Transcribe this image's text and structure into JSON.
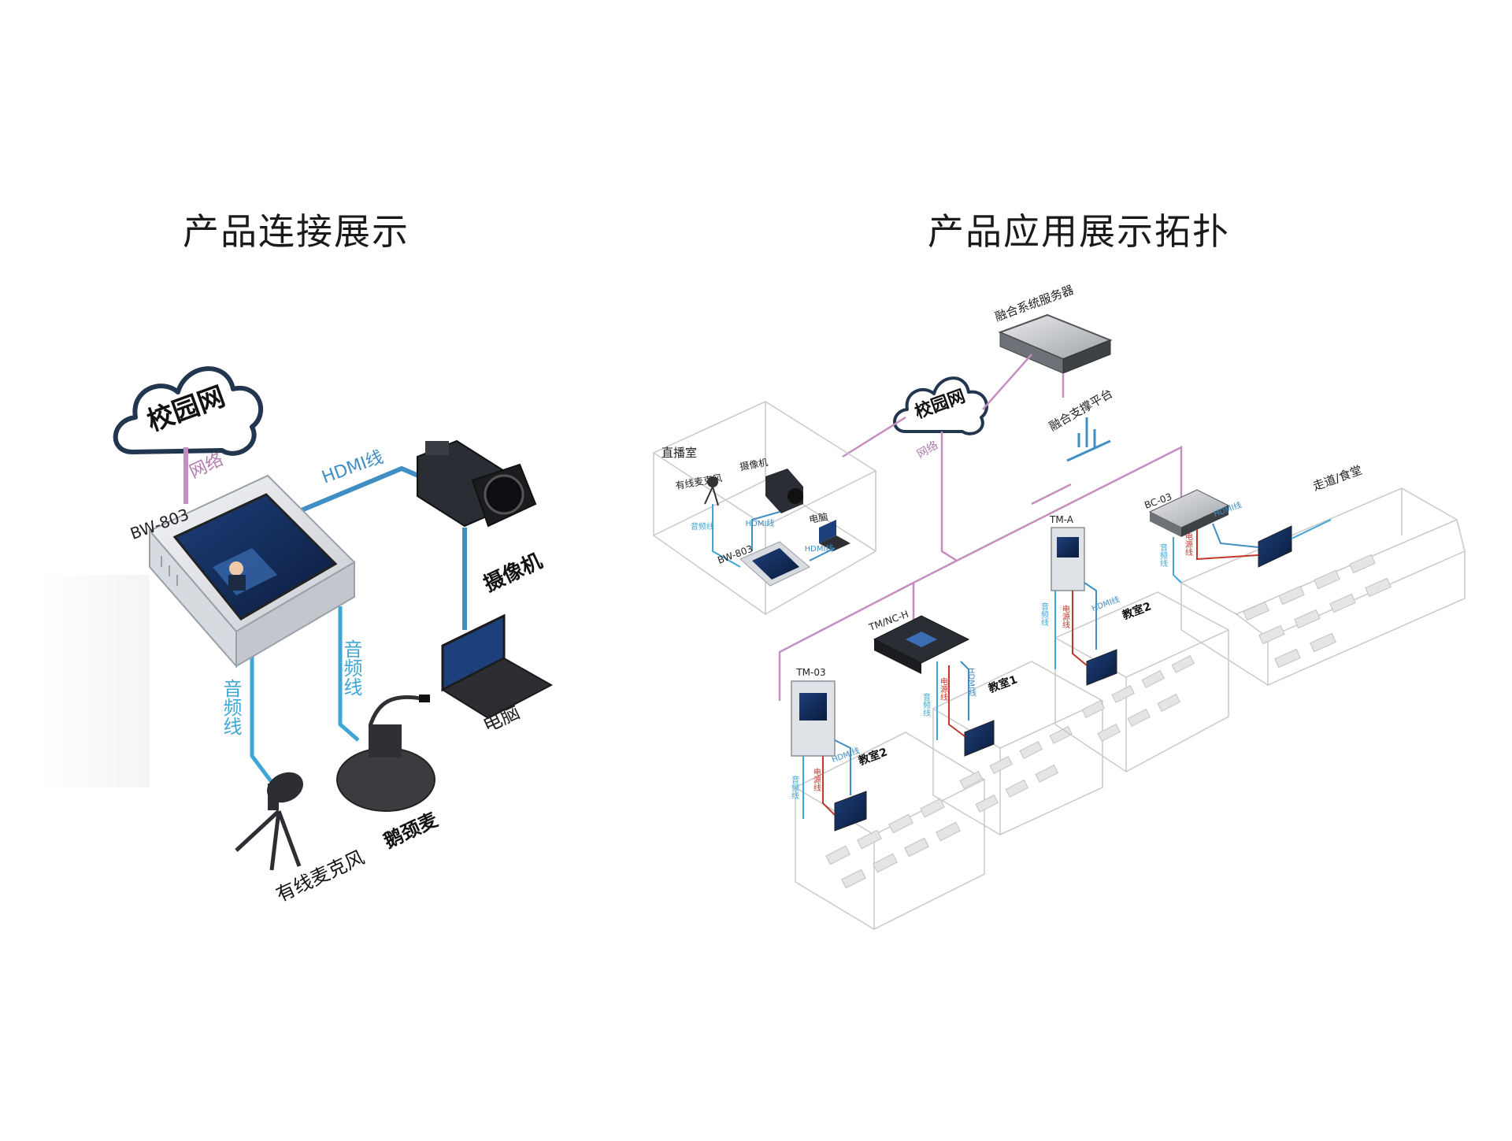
{
  "titles": {
    "left": "产品连接展示",
    "right": "产品应用展示拓扑"
  },
  "colors": {
    "cloud_stroke": "#23364f",
    "network_line": "#c48fc0",
    "hdmi_line": "#3f8ec4",
    "audio_line": "#3fa7d6",
    "power_line": "#c0392b",
    "room_line": "#c9c9c9",
    "title": "#1a1a1a"
  },
  "left": {
    "cloud": "校园网",
    "network": "网络",
    "device": "BW-803",
    "hdmi": "HDMI线",
    "camera": "摄像机",
    "computer": "电脑",
    "audio_left": "音频线",
    "audio_right": "音频线",
    "gooseneck": "鹅颈麦",
    "wired_mic": "有线麦克风"
  },
  "right": {
    "server": "融合系统服务器",
    "platform": "融合支撑平台",
    "cloud": "校园网",
    "network": "网络",
    "studio": {
      "name": "直播室",
      "mic": "有线麦克风",
      "camera": "摄像机",
      "computer": "电脑",
      "device": "BW-803",
      "audio": "音频线",
      "hdmi_a": "HDMI线",
      "hdmi_b": "HDMI线"
    },
    "tm03": {
      "name": "TM-03",
      "classroom": "教室2",
      "audio": "音频线",
      "power": "电源线",
      "hdmi": "HDMI线"
    },
    "tmnch": {
      "name": "TM/NC-H",
      "classroom": "教室1",
      "audio": "音频线",
      "power": "电源线",
      "hdmi": "HDMI线"
    },
    "tma": {
      "name": "TM-A",
      "classroom": "教室2",
      "audio": "音频线",
      "power": "电源线",
      "hdmi": "HDMI线"
    },
    "bc03": {
      "name": "BC-03",
      "area": "走道/食堂",
      "audio": "音频线",
      "power": "电源线",
      "hdmi": "HDMI线"
    }
  }
}
